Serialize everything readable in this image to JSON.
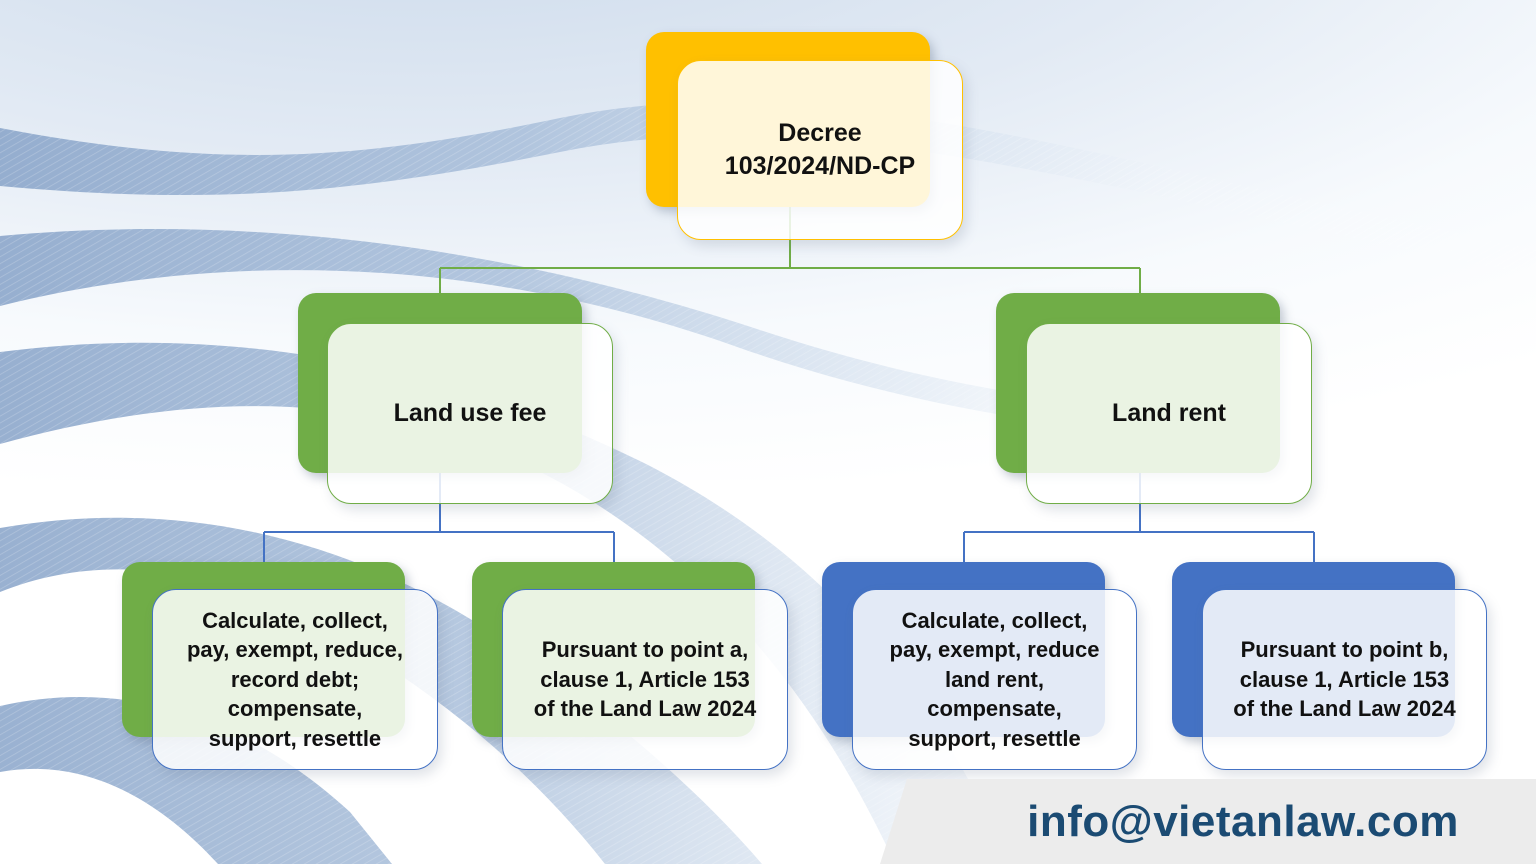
{
  "colors": {
    "yellow": "#FFC000",
    "green": "#70AD47",
    "blue": "#4472C4",
    "band_blue": "#9FB7D5",
    "footer_bg": "#ECECEC",
    "footer_text": "#1B4B73",
    "text": "#111111"
  },
  "diagram": {
    "root": {
      "label": "Decree\n103/2024/ND-CP"
    },
    "branches": [
      {
        "label": "Land use fee",
        "children": [
          {
            "label": "Calculate, collect,\npay, exempt, reduce,\nrecord debt;\ncompensate,\nsupport, resettle"
          },
          {
            "label": "Pursuant to point a,\nclause 1, Article 153\nof the Land Law 2024"
          }
        ]
      },
      {
        "label": "Land rent",
        "children": [
          {
            "label": "Calculate, collect,\npay, exempt, reduce\nland rent,\ncompensate,\nsupport, resettle"
          },
          {
            "label": "Pursuant to point b,\nclause 1, Article 153\nof the Land Law 2024"
          }
        ]
      }
    ]
  },
  "footer": {
    "email": "info@vietanlaw.com"
  }
}
